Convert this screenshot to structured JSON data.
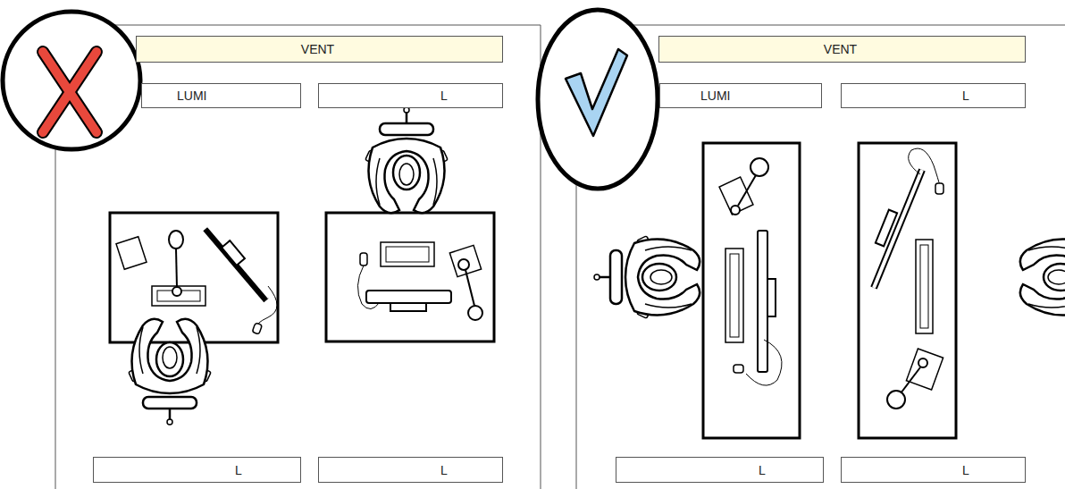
{
  "diagram": {
    "nodes": [
      {
        "text": [
          "VENT"
        ]
      },
      {
        "text": [
          "LUMI"
        ]
      },
      {
        "text": [
          "L"
        ]
      },
      {
        "text": [
          "L"
        ]
      },
      {
        "text": [
          "L"
        ]
      },
      {
        "text": [
          "VENT"
        ]
      },
      {
        "text": [
          "LUMI"
        ]
      },
      {
        "text": [
          "L"
        ]
      },
      {
        "text": [
          "L"
        ]
      },
      {
        "text": [
          "L"
        ]
      }
    ]
  }
}
